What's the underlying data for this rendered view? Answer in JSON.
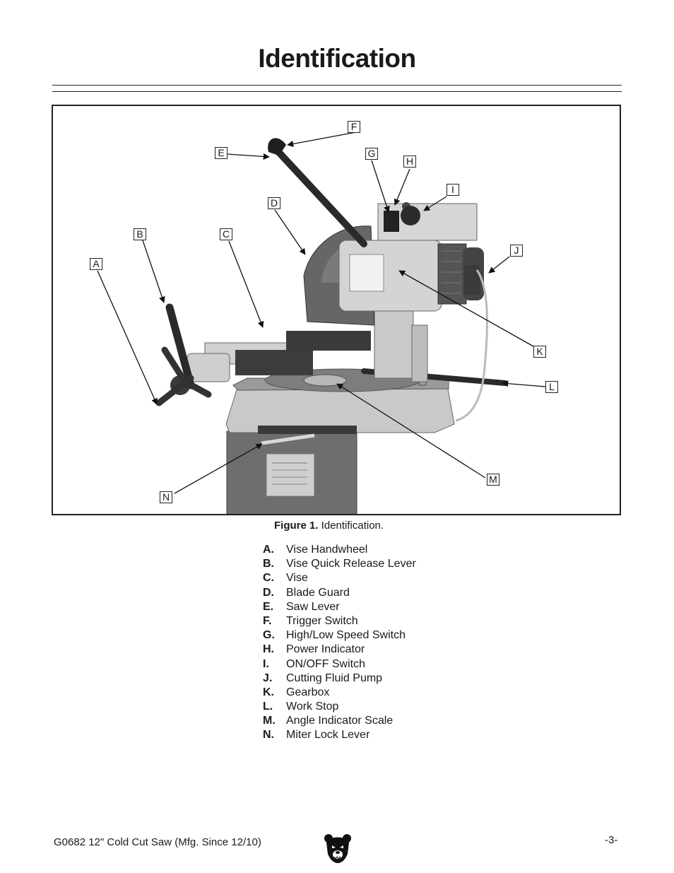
{
  "page": {
    "title": "Identification",
    "footer_left": "G0682 12\" Cold Cut Saw (Mfg. Since 12/10)",
    "footer_right": "-3-"
  },
  "figure": {
    "caption_label": "Figure 1.",
    "caption_text": " Identification.",
    "callouts": [
      "A",
      "B",
      "C",
      "D",
      "E",
      "F",
      "G",
      "H",
      "I",
      "J",
      "K",
      "L",
      "M",
      "N"
    ]
  },
  "legend": [
    {
      "letter": "A.",
      "text": "Vise Handwheel"
    },
    {
      "letter": "B.",
      "text": "Vise Quick Release Lever"
    },
    {
      "letter": "C.",
      "text": "Vise"
    },
    {
      "letter": "D.",
      "text": "Blade Guard"
    },
    {
      "letter": "E.",
      "text": "Saw Lever"
    },
    {
      "letter": "F.",
      "text": "Trigger Switch"
    },
    {
      "letter": "G.",
      "text": "High/Low Speed Switch"
    },
    {
      "letter": "H.",
      "text": "Power Indicator"
    },
    {
      "letter": "I.",
      "text": "ON/OFF Switch"
    },
    {
      "letter": "J.",
      "text": "Cutting Fluid Pump"
    },
    {
      "letter": "K.",
      "text": "Gearbox"
    },
    {
      "letter": "L.",
      "text": "Work Stop"
    },
    {
      "letter": "M.",
      "text": "Angle Indicator Scale"
    },
    {
      "letter": "N.",
      "text": "Miter Lock Lever"
    }
  ]
}
